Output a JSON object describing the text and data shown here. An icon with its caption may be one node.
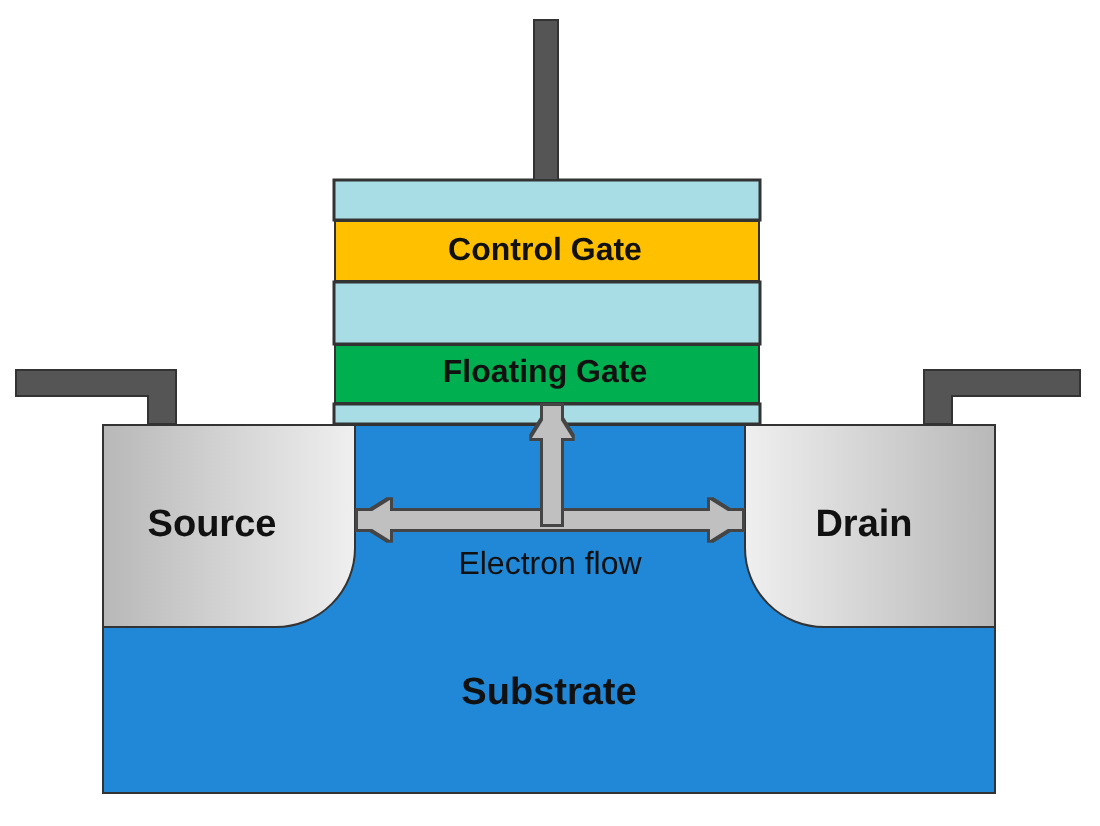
{
  "diagram": {
    "nodes": [
      {
        "text": [
          "Substrate"
        ]
      },
      {
        "text": [
          "Source"
        ],
        "in": 0
      },
      {
        "text": [
          "Drain"
        ],
        "in": 0
      },
      {
        "text": [
          "Control Gate"
        ]
      },
      {
        "text": [
          "Floating Gate"
        ]
      }
    ],
    "edges": [
      {
        "from": 1,
        "to": 2,
        "arrow": "both",
        "label": "Electron flow"
      },
      {
        "from": null,
        "to": 4,
        "arrow": "to"
      }
    ]
  }
}
